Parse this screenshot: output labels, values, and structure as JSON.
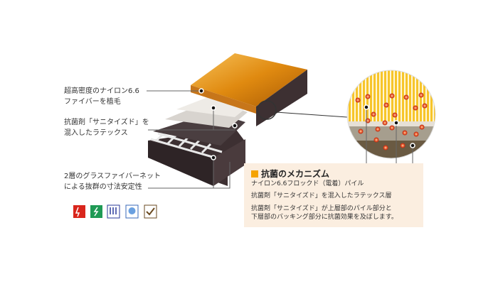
{
  "labels": {
    "pile_line1": "超高密度のナイロン6.6",
    "pile_line2": "ファイバーを植毛",
    "latex_line1": "抗菌剤「サニタイズド」を",
    "latex_line2": "混入したラテックス",
    "glass_line1": "2層のグラスファイバーネット",
    "glass_line2": "による抜群の寸法安定性"
  },
  "mechanism": {
    "title": "抗菌のメカニズム",
    "item1": "ナイロン6.6フロックド（電着）パイル",
    "item2": "抗菌剤「サニタイズド」を混入したラテックス層",
    "item3_line1": "抗菌剤「サニタイズド」が上層部のパイル部分と",
    "item3_line2": "下層部のバッキング部分に抗菌効果を及ぼします。"
  },
  "colors": {
    "accent": "#f5a300",
    "box_bg": "#fbeee0",
    "pile": "#e89a1a",
    "backing": "#3d3032"
  }
}
